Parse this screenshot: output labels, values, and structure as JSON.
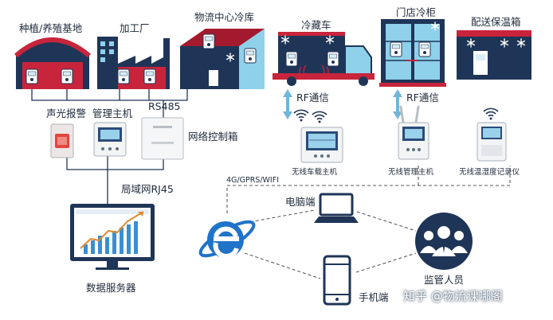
{
  "colors": {
    "navy": "#1f3557",
    "red": "#c8243b",
    "blue": "#2f7fc2",
    "teal": "#8fd0ea",
    "dashed": "#555a60"
  },
  "labels": {
    "farm": "种植/养殖基地",
    "factory": "加工厂",
    "logistics": "物流中心冷库",
    "truck": "冷藏车",
    "store": "门店冷柜",
    "box": "配送保温箱",
    "alarm": "声光报警",
    "host": "管理主机",
    "rs485": "RS485",
    "netbox": "网络控制箱",
    "rf1": "RF通信",
    "rf2": "RF通信",
    "car_host": "无线车载主机",
    "wifi_host": "无线管理主机",
    "recorder": "无线温湿度记录仪",
    "lan": "局域网RJ45",
    "wireless": "4G/GPRS/WIFI",
    "pc": "电脑端",
    "server": "数据服务器",
    "manager": "监管人员",
    "phone": "手机端"
  },
  "watermark": "知乎 @物流课哪阁",
  "icons": [
    "snowflake-icon",
    "thermometer-sensor-icon",
    "wifi-signal-icon",
    "ie-browser-icon",
    "laptop-icon",
    "smartphone-icon",
    "people-icon",
    "double-arrow-icon"
  ]
}
